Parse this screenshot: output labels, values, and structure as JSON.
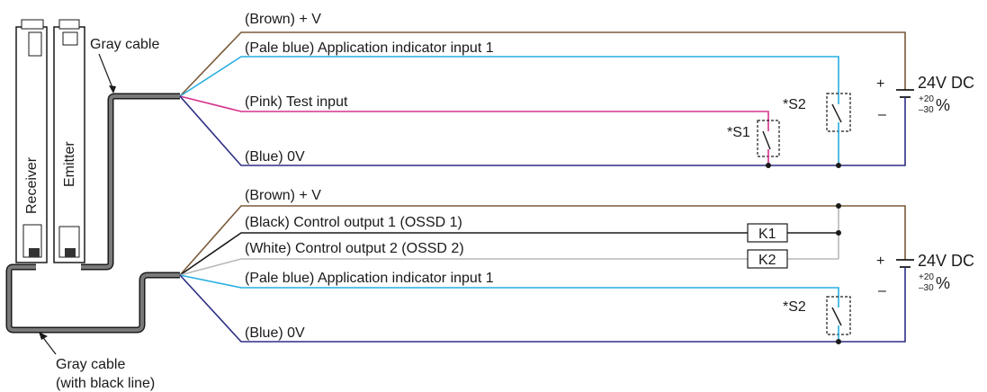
{
  "colors": {
    "brown": "#7a5a3a",
    "pale_blue": "#27aee0",
    "pink": "#d6338c",
    "blue": "#2c2d83",
    "black": "#1a1a1a",
    "white_wire": "#b8b8b8",
    "cable": "#6d6d6d"
  },
  "devices": {
    "receiver": "Receiver",
    "emitter": "Emitter"
  },
  "cables": {
    "gray_top": "Gray cable",
    "gray_bottom_line1": "Gray cable",
    "gray_bottom_line2": "(with black line)"
  },
  "emitter_circuit": {
    "wires": {
      "brown": "(Brown) + V",
      "pale_blue": "(Pale blue) Application indicator input 1",
      "pink": "(Pink) Test input",
      "blue": "(Blue) 0V"
    },
    "switch_s1": "*S1",
    "switch_s2": "*S2",
    "supply": {
      "voltage": "24V DC",
      "plus": "+",
      "minus": "–",
      "tol_plus": "+20",
      "tol_minus": "–30",
      "unit": "%"
    }
  },
  "receiver_circuit": {
    "wires": {
      "brown": "(Brown) + V",
      "black": "(Black) Control output 1 (OSSD 1)",
      "white": "(White) Control output 2 (OSSD 2)",
      "pale_blue": "(Pale blue) Application indicator input 1",
      "blue": "(Blue) 0V"
    },
    "relay_k1": "K1",
    "relay_k2": "K2",
    "switch_s2": "*S2",
    "supply": {
      "voltage": "24V DC",
      "plus": "+",
      "minus": "–",
      "tol_plus": "+20",
      "tol_minus": "–30",
      "unit": "%"
    }
  }
}
